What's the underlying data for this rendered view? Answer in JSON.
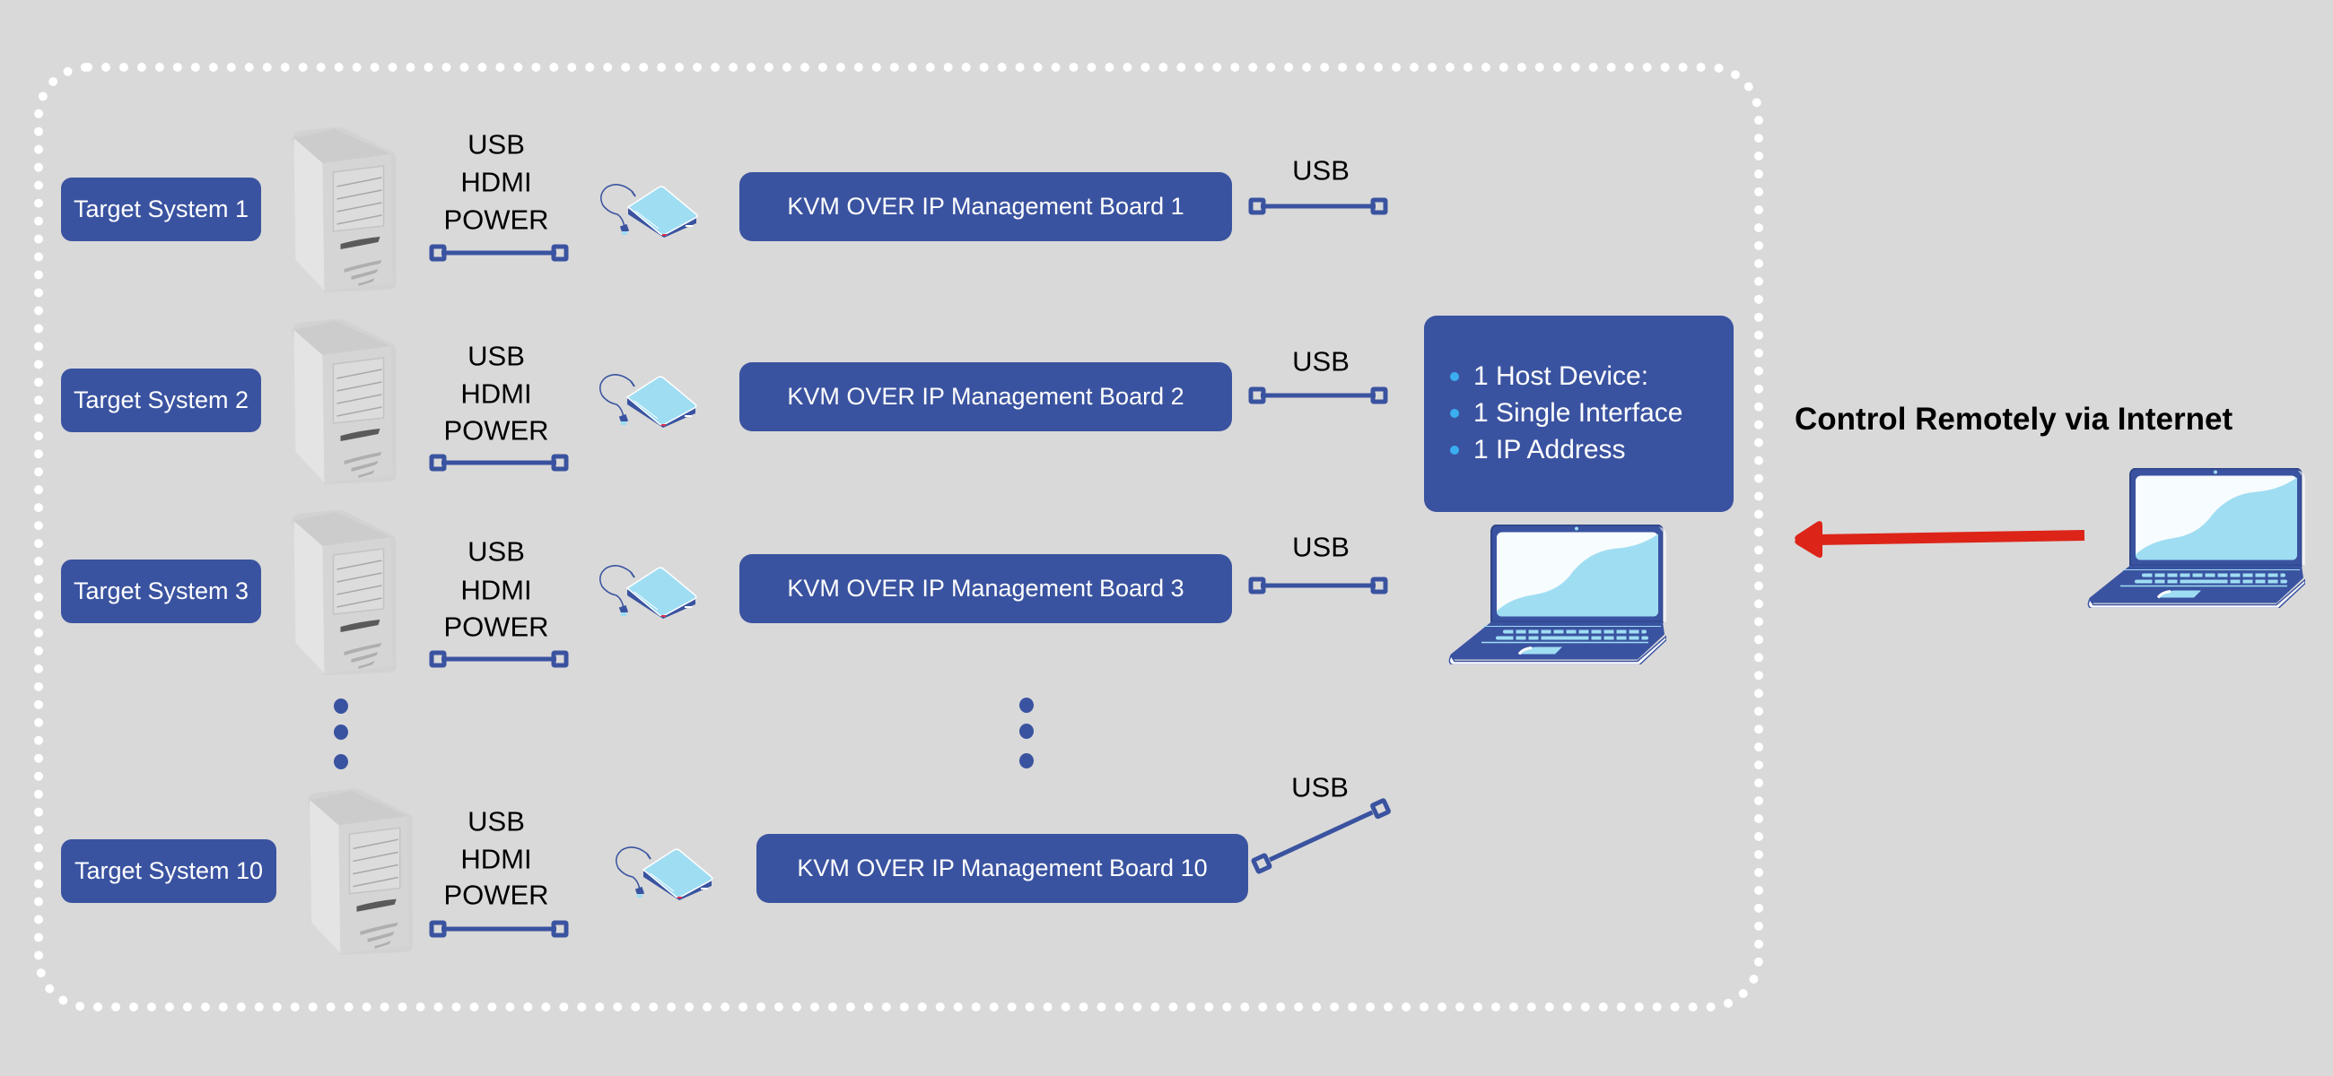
{
  "diagram": {
    "title": "KVM over IP multi-system remote control",
    "colors": {
      "background": "#D9D9D9",
      "box": "#3A53A0",
      "box_text": "#FFFFFF",
      "bullet": "#3BAEF0",
      "arrow": "#DD2418",
      "frame": "#FFFFFF",
      "screen_accent": "#9FDDF3"
    },
    "rows": [
      {
        "target": "Target System 1",
        "cable_labels": [
          "USB",
          "HDMI",
          "POWER"
        ],
        "board": "KVM OVER IP Management Board 1",
        "uplink_label": "USB"
      },
      {
        "target": "Target System 2",
        "cable_labels": [
          "USB",
          "HDMI",
          "POWER"
        ],
        "board": "KVM OVER IP Management Board 2",
        "uplink_label": "USB"
      },
      {
        "target": "Target System 3",
        "cable_labels": [
          "USB",
          "HDMI",
          "POWER"
        ],
        "board": "KVM OVER IP Management Board 3",
        "uplink_label": "USB"
      },
      {
        "target": "Target System 10",
        "cable_labels": [
          "USB",
          "HDMI",
          "POWER"
        ],
        "board": "KVM OVER IP Management Board 10",
        "uplink_label": "USB"
      }
    ],
    "host": {
      "features": [
        "1 Host Device:",
        "1 Single Interface",
        "1 IP Address"
      ],
      "icon": "laptop-icon"
    },
    "remote": {
      "heading": "Control Remotely via Internet",
      "icon": "laptop-icon",
      "arrow": "arrow-left-icon"
    },
    "icons": {
      "target_device": "server-tower-icon",
      "storage_device": "external-drive-icon",
      "cable": "cable-connector-icon",
      "ellipsis": "vertical-ellipsis-icon"
    }
  }
}
